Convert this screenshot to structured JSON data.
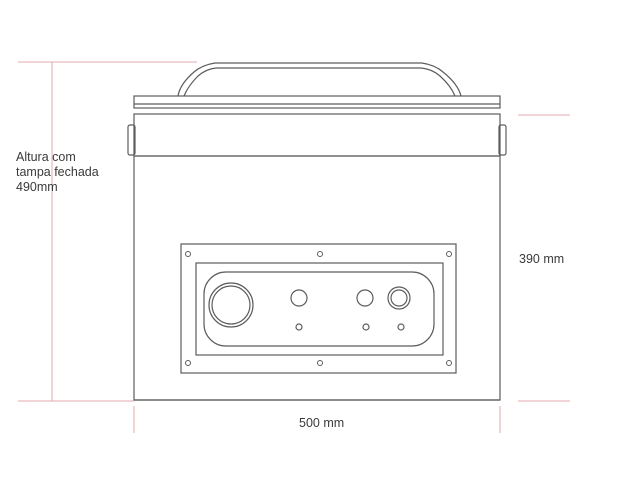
{
  "labels": {
    "height_closed_line1": "Altura com",
    "height_closed_line2": "tampa fechada",
    "height_closed_value": "490mm",
    "body_height": "390 mm",
    "width": "500 mm"
  },
  "colors": {
    "outline": "#5c5c5c",
    "dimension_line": "#e0a8ae",
    "text": "#3a3a3a"
  }
}
